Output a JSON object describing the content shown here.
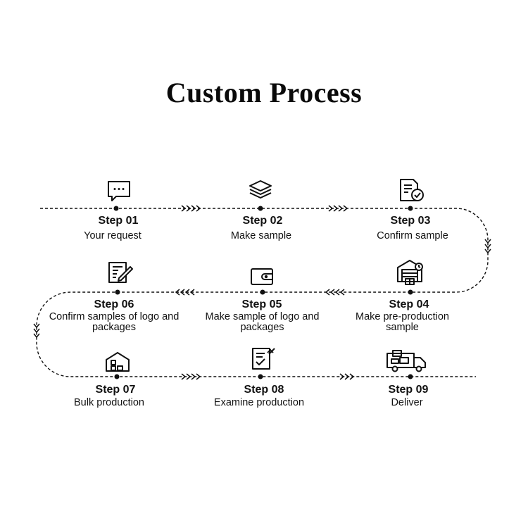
{
  "title": "Custom Process",
  "steps": [
    {
      "label": "Step 01",
      "text": "Your request",
      "icon": "chat-icon"
    },
    {
      "label": "Step 02",
      "text": "Make sample",
      "icon": "layers-icon"
    },
    {
      "label": "Step 03",
      "text": "Confirm sample",
      "icon": "document-check-icon"
    },
    {
      "label": "Step 04",
      "text": "Make pre-production sample",
      "icon": "warehouse-icon"
    },
    {
      "label": "Step 05",
      "text": "Make sample of logo and packages",
      "icon": "wallet-icon"
    },
    {
      "label": "Step 06",
      "text": "Confirm samples of logo and packages",
      "icon": "edit-document-icon"
    },
    {
      "label": "Step 07",
      "text": "Bulk production",
      "icon": "factory-icon"
    },
    {
      "label": "Step 08",
      "text": "Examine production",
      "icon": "checklist-icon"
    },
    {
      "label": "Step 09",
      "text": "Deliver",
      "icon": "truck-icon"
    }
  ]
}
